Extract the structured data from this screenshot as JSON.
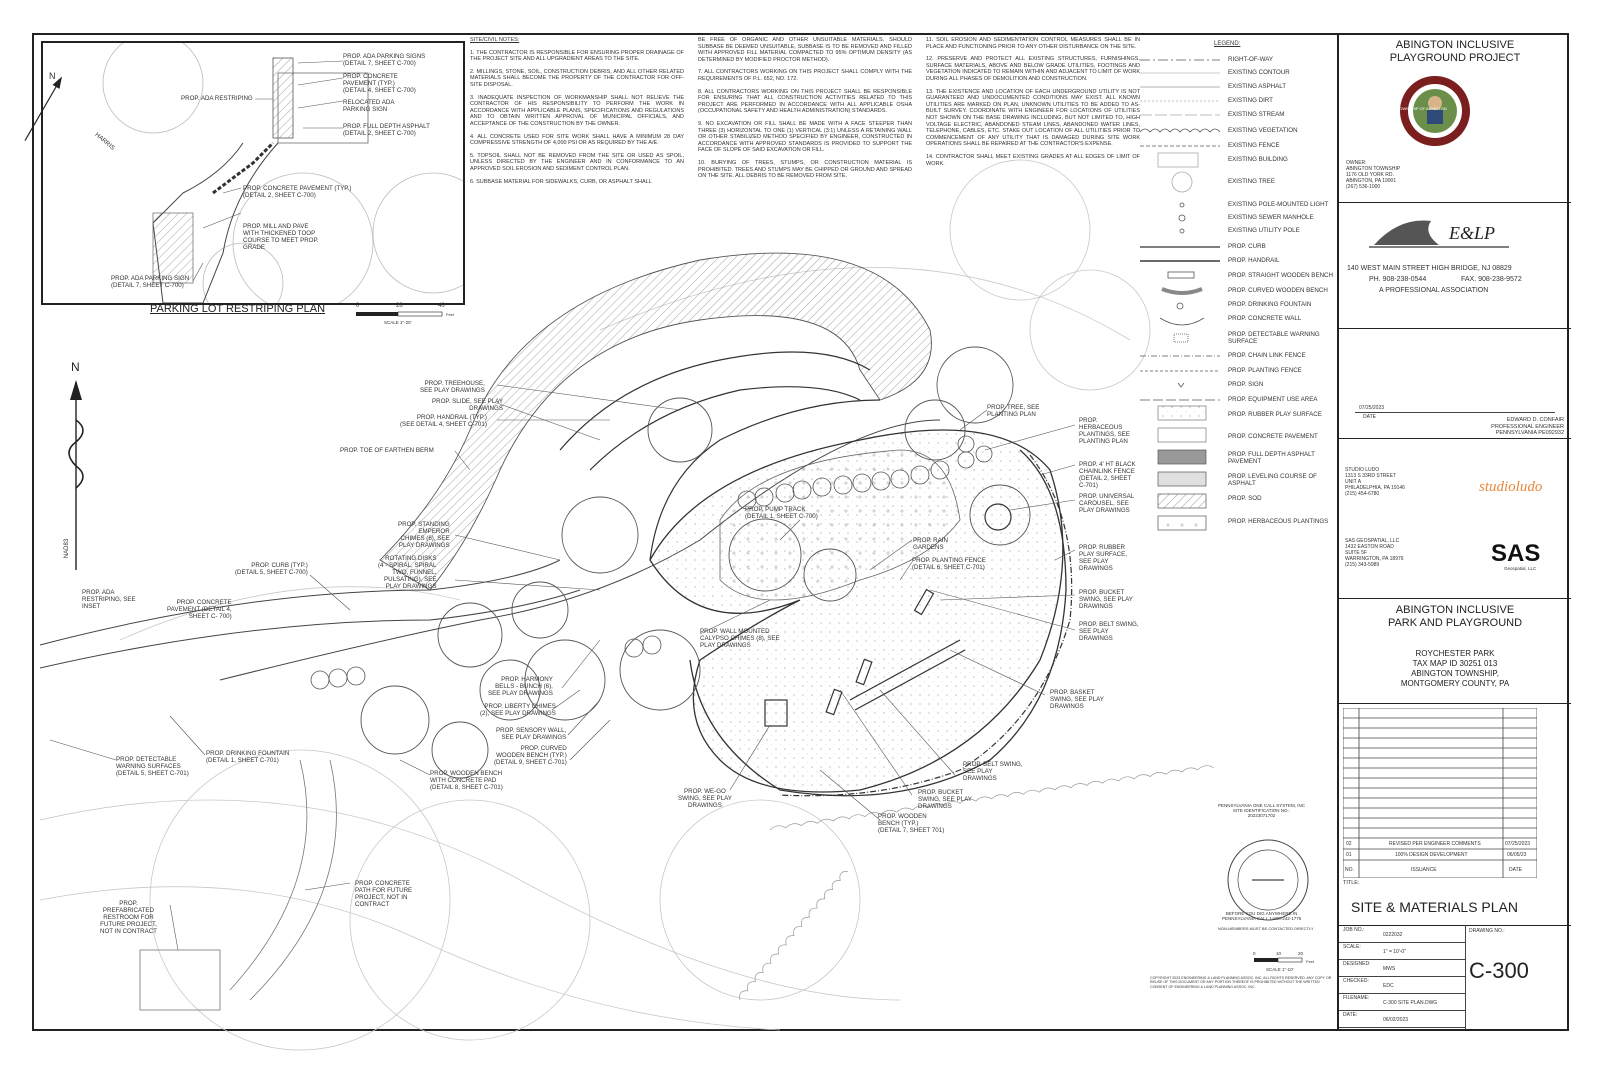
{
  "site_notes": {
    "heading": "SITE/CIVIL NOTES:",
    "notes": [
      {
        "n": "1.",
        "text": "THE CONTRACTOR IS RESPONSIBLE FOR ENSURING PROPER DRAINAGE OF THE PROJECT SITE AND ALL UPGRADIENT AREAS TO THE SITE."
      },
      {
        "n": "2.",
        "text": "MILLINGS, STONE, SOIL, CONSTRUCTION DEBRIS, AND ALL OTHER RELATED MATERIALS SHALL BECOME THE PROPERTY OF THE CONTRACTOR FOR OFF-SITE DISPOSAL."
      },
      {
        "n": "3.",
        "text": "INADEQUATE INSPECTION OF WORKMANSHIP SHALL NOT RELIEVE THE CONTRACTOR OF HIS RESPONSIBILITY TO PERFORM THE WORK IN ACCORDANCE WITH APPLICABLE PLANS, SPECIFICATIONS AND REGULATIONS AND TO OBTAIN WRITTEN APPROVAL OF MUNICIPAL OFFICIALS, AND ACCEPTANCE OF THE CONSTRUCTION BY THE OWNER."
      },
      {
        "n": "4.",
        "text": "ALL CONCRETE USED FOR SITE WORK SHALL HAVE A MINIMUM 28 DAY COMPRESSIVE STRENGTH OF 4,000 PSI OR AS REQUIRED BY THE A/E."
      },
      {
        "n": "5.",
        "text": "TOPSOIL SHALL NOT BE REMOVED FROM THE SITE OR USED AS SPOIL, UNLESS DIRECTED BY THE ENGINEER AND IN CONFORMANCE TO AN APPROVED SOIL EROSION AND SEDIMENT CONTROL PLAN."
      },
      {
        "n": "6.",
        "text": "SUBBASE MATERIAL FOR SIDEWALKS, CURB, OR ASPHALT SHALL"
      },
      {
        "n": "",
        "text": "BE FREE OF ORGANIC AND OTHER UNSUITABLE MATERIALS. SHOULD SUBBASE BE DEEMED UNSUITABLE, SUBBASE IS TO BE REMOVED AND FILLED WITH APPROVED FILL MATERIAL COMPACTED TO 95% OPTIMUM DENSITY (AS DETERMINED BY MODIFIED PROCTOR METHOD)."
      },
      {
        "n": "7.",
        "text": "ALL CONTRACTORS WORKING ON THIS PROJECT SHALL COMPLY WITH THE REQUIREMENTS OF P.L. 652, NO. 172."
      },
      {
        "n": "8.",
        "text": "ALL CONTRACTORS WORKING ON THIS PROJECT SHALL BE RESPONSIBLE FOR ENSURING THAT ALL CONSTRUCTION ACTIVITIES RELATED TO THIS PROJECT ARE PERFORMED IN ACCORDANCE WITH ALL APPLICABLE OSHA (OCCUPATIONAL SAFETY AND HEALTH ADMINISTRATION) STANDARDS."
      },
      {
        "n": "9.",
        "text": "NO EXCAVATION OR FILL SHALL BE MADE WITH A FACE STEEPER THAN THREE (3) HORIZONTAL TO ONE (1) VERTICAL (3:1) UNLESS A RETAINING WALL OR OTHER STABILIZED METHOD SPECIFIED BY ENGINEER, CONSTRUCTED IN ACCORDANCE WITH APPROVED STANDARDS IS PROVIDED TO SUPPORT THE FACE OF SLOPE OF SAID EXCAVATION OR FILL."
      },
      {
        "n": "10.",
        "text": "BURYING OF TREES, STUMPS, OR CONSTRUCTION MATERIAL IS PROHIBITED. TREES AND STUMPS MAY BE CHIPPED OR GROUND AND SPREAD ON THE SITE. ALL DEBRIS TO BE REMOVED FROM SITE."
      },
      {
        "n": "11.",
        "text": "SOIL EROSION AND SEDIMENTATION CONTROL MEASURES SHALL BE IN PLACE AND FUNCTIONING PRIOR TO ANY OTHER DISTURBANCE ON THE SITE."
      },
      {
        "n": "12.",
        "text": "PRESERVE AND PROTECT ALL EXISTING STRUCTURES, FURNISHINGS, SURFACE MATERIALS, ABOVE AND BELOW GRADE UTILITIES, FOOTINGS AND VEGETATION INDICATED TO REMAIN WITHIN AND ADJACENT TO LIMIT OF WORK DURING ALL PHASES OF DEMOLITION AND CONSTRUCTION."
      },
      {
        "n": "13.",
        "text": "THE EXISTENCE AND LOCATION OF EACH UNDERGROUND UTILITY IS NOT GUARANTEED AND UNDOCUMENTED CONDITIONS MAY EXIST. ALL KNOWN UTILITIES ARE MARKED ON PLAN, UNKNOWN UTILITIES TO BE ADDED TO AS-BUILT SURVEY. COORDINATE WITH ENGINEER FOR LOCATIONS OF UTILITIES NOT SHOWN ON THE BASE DRAWING INCLUDING, BUT NOT LIMITED TO, HIGH VOLTAGE ELECTRIC, ABANDONED STEAM LINES, ABANDONED WATER LINES, TELEPHONE, CABLES, ETC. STAKE OUT LOCATION OF ALL UTILITIES PRIOR TO COMMENCEMENT OF ANY UTILITY THAT IS DAMAGED DURING SITE WORK OPERATIONS SHALL BE REPAIRED AT THE CONTRACTOR'S EXPENSE."
      },
      {
        "n": "14.",
        "text": "CONTRACTOR SHALL MEET EXISTING GRADES AT ALL EDGES OF LIMIT OF WORK."
      }
    ]
  },
  "legend": {
    "heading": "LEGEND:",
    "items": [
      "RIGHT-OF-WAY",
      "EXISTING CONTOUR",
      "EXISTING ASPHALT",
      "EXISTING DIRT",
      "EXISTING STREAM",
      "EXISTING VEGETATION",
      "EXISTING FENCE",
      "EXISTING BUILDING",
      "EXISTING TREE",
      "EXISTING POLE-MOUNTED LIGHT",
      "EXISTING SEWER MANHOLE",
      "EXISTING UTILITY POLE",
      "PROP. CURB",
      "PROP. HANDRAIL",
      "PROP. STRAIGHT WOODEN BENCH",
      "PROP. CURVED WOODEN BENCH",
      "PROP. DRINKING FOUNTAIN",
      "PROP. CONCRETE WALL",
      "PROP. DETECTABLE WARNING SURFACE",
      "PROP. CHAIN LINK FENCE",
      "PROP. PLANTING FENCE",
      "PROP. SIGN",
      "PROP. EQUIPMENT USE AREA",
      "PROP. RUBBER PLAY SURFACE",
      "PROP. CONCRETE PAVEMENT",
      "PROP. FULL DEPTH ASPHALT PAVEMENT",
      "PROP. LEVELING COURSE OF ASPHALT",
      "PROP. SOD",
      "PROP. HERBACEOUS PLANTINGS"
    ]
  },
  "inset": {
    "title": "PARKING LOT RESTRIPING PLAN",
    "scale_label": "SCALE 1\"-20'",
    "scale_ticks": [
      "0",
      "20",
      "40"
    ],
    "scale_unit": "Feet",
    "north": "N",
    "street": "HARRIS",
    "callouts": [
      "PROP. ADA PARKING SIGNS\n(DETAIL 7, SHEET C-700)",
      "PROP. CONCRETE\nPAVEMENT (TYP.)\n(DETAIL 4, SHEET C-700)",
      "RELOCATED ADA\nPARKING SIGN",
      "PROP. FULL DEPTH ASPHALT\n(DETAIL 2, SHEET C-700)",
      "PROP. ADA RESTRIPING",
      "PROP. CONCRETE PAVEMENT (TYP.)\n(DETAIL 2, SHEET C-700)",
      "PROP. MILL AND PAVE\nWITH THICKENED TOOP\nCOURSE TO MEET PROP.\nGRADE",
      "PROP. ADA PARKING SIGN\n(DETAIL 7, SHEET C-700)"
    ]
  },
  "plan": {
    "north": "N",
    "datum": "NAD83",
    "scale_label": "SCALE 1\"-10'",
    "scale_ticks": [
      "0",
      "10",
      "20"
    ],
    "scale_unit": "Feet",
    "callouts_left": [
      "PROP. TREEHOUSE,\nSEE PLAY DRAWINGS",
      "PROP. SLIDE, SEE PLAY\nDRAWINGS",
      "PROP. HANDRAIL (TYP.)\n(SEE DETAIL 4, SHEET C-701)",
      "PROP. TOE OF EARTHEN BERM",
      "PROP. STANDING\nEMPEROR\nCHIMES (6), SEE\nPLAY DRAWINGS",
      "ROTATING DISKS\n(4 - SPIRAL, SPIRAL\nTWO, FUNNEL,\nPULSATING), SEE\nPLAY DRAWINGS",
      "PROP. CURB (TYP.)\n(DETAIL 5, SHEET C-700)",
      "PROP. ADA\nRESTRIPING, SEE\nINSET",
      "PROP. CONCRETE\nPAVEMENT (DETAIL 4,\nSHEET C- 700)",
      "PROP. HARMONY\nBELLS - BUNCH (6),\nSEE PLAY DRAWINGS",
      "PROP. LIBERTY CHIMES\n(2), SEE PLAY DRAWINGS",
      "PROP. SENSORY WALL,\nSEE PLAY DRAWINGS",
      "PROP. CURVED\nWOODEN BENCH (TYP.)\n(DETAIL 9, SHEET C-701)",
      "PROP. DETECTABLE\nWARNING SURFACES\n(DETAIL 5, SHEET C-701)",
      "PROP. DRINKING FOUNTAIN\n(DETAIL 1, SHEET C-701)",
      "PROP. WOODEN BENCH\nWITH CONCRETE PAD\n(DETAIL 8, SHEET C-701)",
      "PROP. CONCRETE\nPATH FOR FUTURE\nPROJECT, NOT IN\nCONTRACT",
      "PROP.\nPREFABRICATED\nRESTROOM FOR\nFUTURE PROJECT,\nNOT IN CONTRACT"
    ],
    "callouts_center": [
      "PROP. PUMP TRACK\n(DETAIL 1, SHEET C-700)",
      "PROP. WALL MOUNTED\nCALYPSO CHIMES (8), SEE\nPLAY DRAWINGS",
      "PROP. WE-GO\nSWING, SEE PLAY\nDRAWINGS",
      "PROP. TREE, SEE\nPLANTING PLAN",
      "PROP. RAIN\nGARDENS",
      "PROP. PLANTING FENCE\n(DETAIL 6, SHEET C-701)",
      "PROP. BELT SWING,\nSEE PLAY\nDRAWINGS",
      "PROP. BUCKET\nSWING, SEE PLAY\nDRAWINGS",
      "PROP. WOODEN\nBENCH (TYP.)\n(DETAIL 7, SHEET 701)",
      "PROP. BASKET\nSWING, SEE PLAY\nDRAWINGS"
    ],
    "callouts_right": [
      "PROP.\nHERBACEOUS\nPLANTINGS, SEE\nPLANTING PLAN",
      "PROP. 4' HT BLACK\nCHAINLINK FENCE\n(DETAIL 2, SHEET\nC-701)",
      "PROP. UNIVERSAL\nCAROUSEL, SEE\nPLAY DRAWINGS",
      "PROP. RUBBER\nPLAY SURFACE,\nSEE PLAY\nDRAWINGS",
      "PROP. BUCKET\nSWING, SEE PLAY\nDRAWINGS",
      "PROP. BELT SWING,\nSEE PLAY\nDRAWINGS"
    ]
  },
  "one_call": {
    "header": "PENNSYLVANIA ONE CALL SYSTEM, INC\nSITE IDENTIFICATION NO.:\n20223071702",
    "footer1": "BEFORE YOU DIG ANYWHERE IN\nPENNSYLVANIA CALL 1-800-242-1776",
    "footer2": "NON-MEMBERS MUST BE CONTACTED DIRECTLY"
  },
  "copyright": "COPYRIGHT 2023 ENGINEERING & LAND PLANNING ASSOC. INC. ALL RIGHTS RESERVED. ANY COPY OR REUSE OF THIS DOCUMENT OR ANY PORTION THEREOF IS PROHIBITED WITHOUT THE WRITTEN CONSENT OF ENGINEERING & LAND PLANNING ASSOC. INC.",
  "title_block": {
    "project": "ABINGTON INCLUSIVE\nPLAYGROUND PROJECT",
    "seal_text": "TOWNSHIP OF ABINGTON",
    "owner": "OWNER:\nABINGTON TOWNSHIP\n1176 OLD YORK RD.\nABINGTON, PA 19001\n(267) 536-1000",
    "firm_logo": "E&LP",
    "firm_address": "140 WEST MAIN STREET HIGH BRIDGE, NJ 08829",
    "firm_phone": "PH. 908-238-0544",
    "firm_fax": "FAX. 908-238-9572",
    "firm_assoc": "A PROFESSIONAL ASSOCIATION",
    "sign_date": "07/25/2023",
    "date_label": "DATE",
    "engineer": "EDWARD D. CONFAIR\nPROFESSIONAL ENGINEER\nPENNSYLVANIA PE092932",
    "consultant1": "STUDIO LUDO\n1313 S 33RD STREET\nUNIT A\nPHILADELPHIA, PA 19146\n(215) 454-6780",
    "consultant1_logo": "studioludo",
    "consultant2": "SAS GEOSPATIAL, LLC\n1432 EASTON ROAD\nSUITE 5F\nWARRINGTON, PA 18976\n(215) 343-5989",
    "consultant2_logo": "SAS",
    "consultant2_sub": "Geospatial, LLC",
    "park_name": "ABINGTON INCLUSIVE\nPARK AND PLAYGROUND",
    "location": "ROYCHESTER PARK\nTAX MAP ID 30251 013\nABINGTON TOWNSHIP,\nMONTGOMERY COUNTY, PA",
    "revisions": [
      {
        "no": "02",
        "issuance": "REVISED PER ENGINEER COMMENTS",
        "date": "07/25/2023"
      },
      {
        "no": "01",
        "issuance": "100% DESIGN DEVELOPMENT",
        "date": "06/05/23"
      }
    ],
    "rev_headers": {
      "no": "NO.",
      "issuance": "ISSUANCE",
      "date": "DATE"
    },
    "title_label": "TITLE:",
    "sheet_title": "SITE & MATERIALS PLAN",
    "fields": [
      {
        "label": "JOB NO.:",
        "value": "0222032"
      },
      {
        "label": "SCALE:",
        "value": "1\" = 10'-0\""
      },
      {
        "label": "DESIGNED:",
        "value": "MWS"
      },
      {
        "label": "CHECKED:",
        "value": "EDC"
      },
      {
        "label": "FILENAME:",
        "value": "C-300 SITE PLAN.DWG"
      },
      {
        "label": "DATE:",
        "value": "06/02/2023"
      }
    ],
    "drawing_no_label": "DRAWING NO.:",
    "drawing_no": "C-300"
  }
}
